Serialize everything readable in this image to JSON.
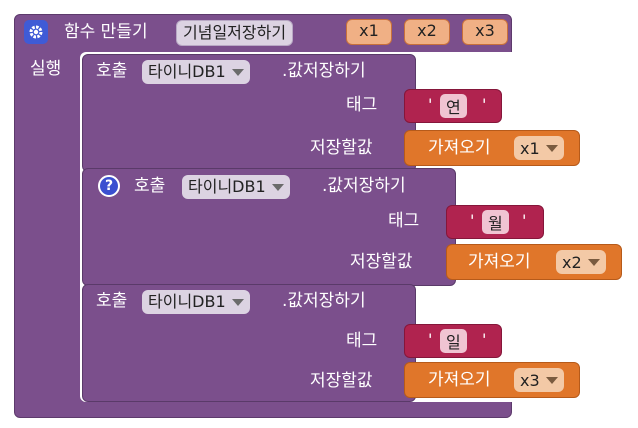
{
  "procedure": {
    "label": "함수 만들기",
    "name": "기념일저장하기",
    "params": [
      "x1",
      "x2",
      "x3"
    ],
    "do_label": "실행"
  },
  "calls": [
    {
      "call_label": "호출",
      "component": "타이니DB1",
      "method": ".값저장하기",
      "tag_label": "태그",
      "tag_value": "연",
      "value_label": "저장할값",
      "get_label": "가져오기",
      "get_var": "x1",
      "warning": ""
    },
    {
      "call_label": "호출",
      "component": "타이니DB1",
      "method": ".값저장하기",
      "tag_label": "태그",
      "tag_value": "월",
      "value_label": "저장할값",
      "get_label": "가져오기",
      "get_var": "x2",
      "warning": "?"
    },
    {
      "call_label": "호출",
      "component": "타이니DB1",
      "method": ".값저장하기",
      "tag_label": "태그",
      "tag_value": "일",
      "value_label": "저장할값",
      "get_label": "가져오기",
      "get_var": "x3",
      "warning": ""
    }
  ],
  "colors": {
    "procedure": "#7b4f8c",
    "get_block": "#e0762a",
    "text_block": "#b0234f",
    "warning": "#3a4fd0"
  }
}
